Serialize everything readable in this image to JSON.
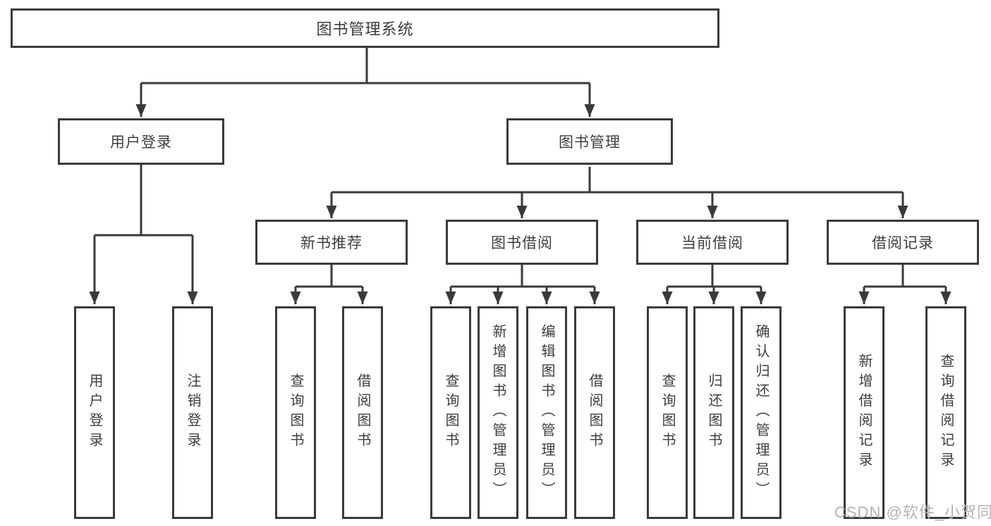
{
  "diagram": {
    "root": {
      "label": "图书管理系统"
    },
    "level2": [
      {
        "label": "用户登录"
      },
      {
        "label": "图书管理"
      }
    ],
    "level3": [
      {
        "label": "新书推荐"
      },
      {
        "label": "图书借阅"
      },
      {
        "label": "当前借阅"
      },
      {
        "label": "借阅记录"
      }
    ],
    "leaves": {
      "user_login": [
        {
          "label": "用户登录"
        },
        {
          "label": "注销登录"
        }
      ],
      "new_book": [
        {
          "label": "查询图书"
        },
        {
          "label": "借阅图书"
        }
      ],
      "book_borrow": [
        {
          "label": "查询图书"
        },
        {
          "label": "新增图书（管理员）"
        },
        {
          "label": "编辑图书（管理员）"
        },
        {
          "label": "借阅图书"
        }
      ],
      "current_borrow": [
        {
          "label": "查询图书"
        },
        {
          "label": "归还图书"
        },
        {
          "label": "确认归还（管理员）"
        }
      ],
      "borrow_records": [
        {
          "label": "新增借阅记录"
        },
        {
          "label": "查询借阅记录"
        }
      ]
    }
  },
  "watermark": {
    "text": "CSDN @软件_小贺同学"
  },
  "colors": {
    "line": "#3a3a3a",
    "text": "#3d3d3d",
    "watermark": "#b3b3b3",
    "bg": "#ffffff"
  }
}
